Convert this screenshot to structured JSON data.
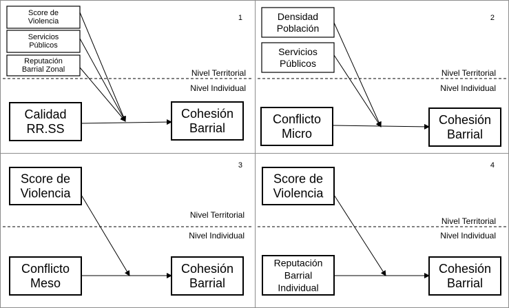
{
  "level_labels": {
    "territorial": "Nivel Territorial",
    "individual": "Nivel Individual"
  },
  "panels": [
    {
      "number": "1",
      "territorial_boxes": [
        {
          "lines": [
            "Score de",
            "Violencia"
          ]
        },
        {
          "lines": [
            "Servicios",
            "Públicos"
          ]
        },
        {
          "lines": [
            "Reputación",
            "Barrial Zonal"
          ]
        }
      ],
      "source": {
        "lines": [
          "Calidad",
          "RR.SS"
        ]
      },
      "target": {
        "lines": [
          "Cohesión",
          "Barrial"
        ]
      }
    },
    {
      "number": "2",
      "territorial_boxes": [
        {
          "lines": [
            "Densidad",
            "Población"
          ]
        },
        {
          "lines": [
            "Servicios",
            "Públicos"
          ]
        }
      ],
      "source": {
        "lines": [
          "Conflicto",
          "Micro"
        ]
      },
      "target": {
        "lines": [
          "Cohesión",
          "Barrial"
        ]
      }
    },
    {
      "number": "3",
      "territorial_boxes": [
        {
          "lines": [
            "Score de",
            "Violencia"
          ]
        }
      ],
      "source": {
        "lines": [
          "Conflicto",
          "Meso"
        ]
      },
      "target": {
        "lines": [
          "Cohesión",
          "Barrial"
        ]
      }
    },
    {
      "number": "4",
      "territorial_boxes": [
        {
          "lines": [
            "Score de",
            "Violencia"
          ]
        }
      ],
      "source": {
        "lines": [
          "Reputación",
          "Barrial",
          "Individual"
        ]
      },
      "target": {
        "lines": [
          "Cohesión",
          "Barrial"
        ]
      }
    }
  ]
}
